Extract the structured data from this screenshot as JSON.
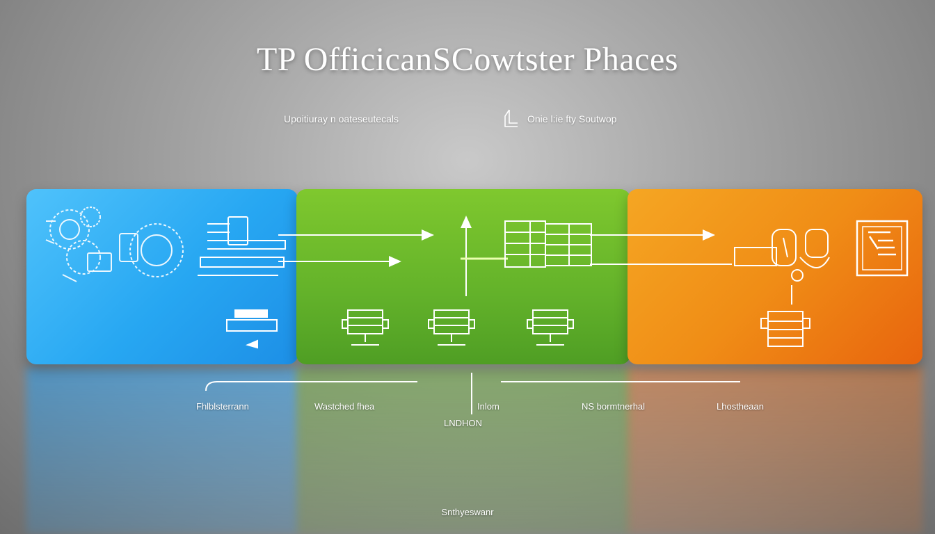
{
  "title": "TP OfficicanSCowtster Phaces",
  "subtitles": {
    "left": "Upoitiuray n oateseutecals",
    "right": "Onie l:ie fty Soutwop"
  },
  "icons": {
    "subtitle": "document-outline-icon",
    "blue_panel": [
      "gear-cluster-icon",
      "server-stack-icon",
      "printer-icon"
    ],
    "green_panel": [
      "server-rack-icon",
      "database-icon",
      "server-node-icon"
    ],
    "orange_panel": [
      "robot-icon",
      "report-document-icon",
      "network-node-icon"
    ]
  },
  "colors": {
    "blue": "#27a7f2",
    "green": "#63b22a",
    "orange": "#f08d16"
  },
  "timeline_labels": [
    "Fhlblsterrann",
    "Wastched fhea",
    "Inlom",
    "NS bormtnerhal",
    "Lhostheaan"
  ],
  "center_label": "LNDHON",
  "footer": "Snthyeswanr"
}
